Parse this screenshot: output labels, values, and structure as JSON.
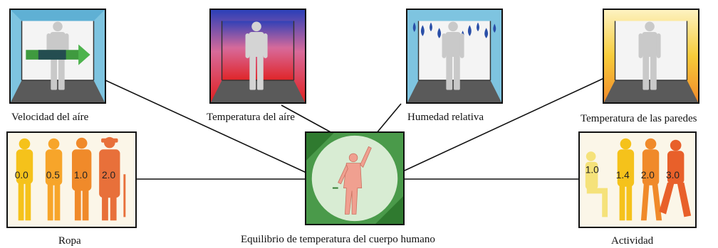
{
  "labels": {
    "air_velocity": "Velocidad del aíre",
    "air_temperature": "Temperatura del aíre",
    "relative_humidity": "Humedad relativa",
    "wall_temperature": "Temperatura de las paredes",
    "clothing": "Ropa",
    "center": "Equilibrio de temperatura del cuerpo humano",
    "activity": "Actividad"
  },
  "clothing_values": [
    "0.0",
    "0.5",
    "1.0",
    "2.0"
  ],
  "activity_values": [
    "1.0",
    "1.4",
    "2.0",
    "3.0"
  ],
  "colors": {
    "line": "#111111",
    "room_wall_blue": "#7ec4e0",
    "room_floor": "#5a5a5a",
    "silhouette": "#c9c9c9",
    "hot": "#e53a2a",
    "cold": "#3a5ec8",
    "yellow": "#f5c21b",
    "orange": "#f08a2a",
    "center_green": "#4a9a4a",
    "center_circle": "#d8ecd3",
    "body_pink": "#f0a090"
  }
}
